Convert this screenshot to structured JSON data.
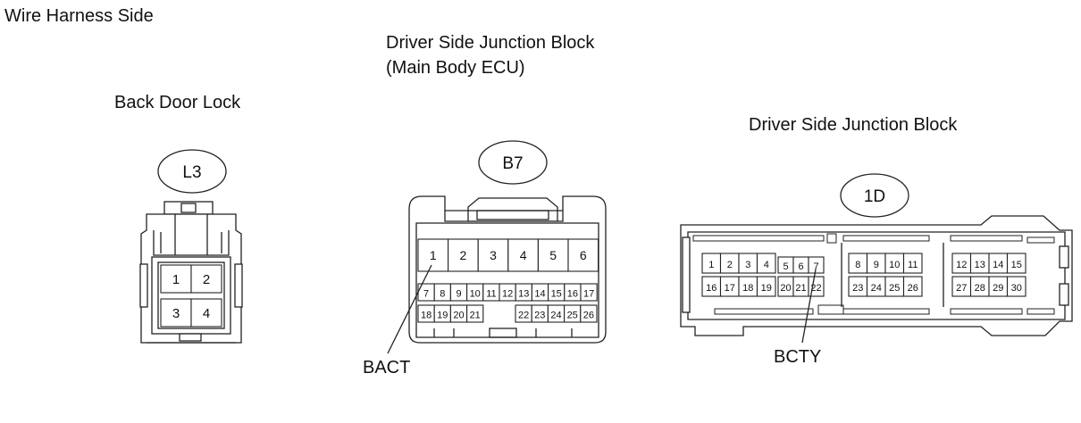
{
  "header": "Wire Harness Side",
  "connectors": {
    "l3": {
      "title": "Back Door Lock",
      "code": "L3",
      "pins": [
        "1",
        "2",
        "3",
        "4"
      ]
    },
    "b7": {
      "title_line1": "Driver Side Junction Block",
      "title_line2": "(Main Body ECU)",
      "code": "B7",
      "pins_large": [
        "1",
        "2",
        "3",
        "4",
        "5",
        "6"
      ],
      "pins_row1": [
        "7",
        "8",
        "9",
        "10",
        "11",
        "12",
        "13",
        "14",
        "15",
        "16",
        "17"
      ],
      "pins_row2": [
        "18",
        "19",
        "20",
        "21",
        "22",
        "23",
        "24",
        "25",
        "26"
      ],
      "callout": "BACT"
    },
    "d1": {
      "title": "Driver Side Junction Block",
      "code": "1D",
      "groupA_row1": [
        "1",
        "2",
        "3",
        "4"
      ],
      "groupA_small": [
        "5",
        "6",
        "7"
      ],
      "groupA_row2": [
        "16",
        "17",
        "18",
        "19",
        "20",
        "21",
        "22"
      ],
      "groupB_row1": [
        "8",
        "9",
        "10",
        "11"
      ],
      "groupB_row2": [
        "23",
        "24",
        "25",
        "26"
      ],
      "groupC_row1": [
        "12",
        "13",
        "14",
        "15"
      ],
      "groupC_row2": [
        "27",
        "28",
        "29",
        "30"
      ],
      "callout": "BCTY"
    }
  }
}
